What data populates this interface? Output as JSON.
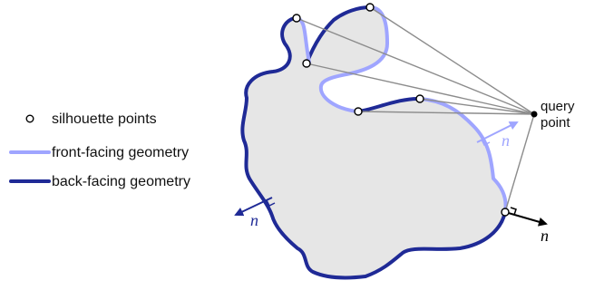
{
  "legend": {
    "silhouette_label": "silhouette points",
    "front_label": "front-facing geometry",
    "back_label": "back-facing geometry"
  },
  "query": {
    "line1": "query",
    "line2": "point"
  },
  "normals": {
    "left": "n",
    "middle": "n",
    "right": "n"
  },
  "colors": {
    "shape_fill": "#e6e6e6",
    "front_facing": "#9fa5ff",
    "back_facing": "#1f2a96",
    "ray_lines": "#8c8c8c",
    "query_point": "#000000",
    "right_normal": "#000000"
  }
}
